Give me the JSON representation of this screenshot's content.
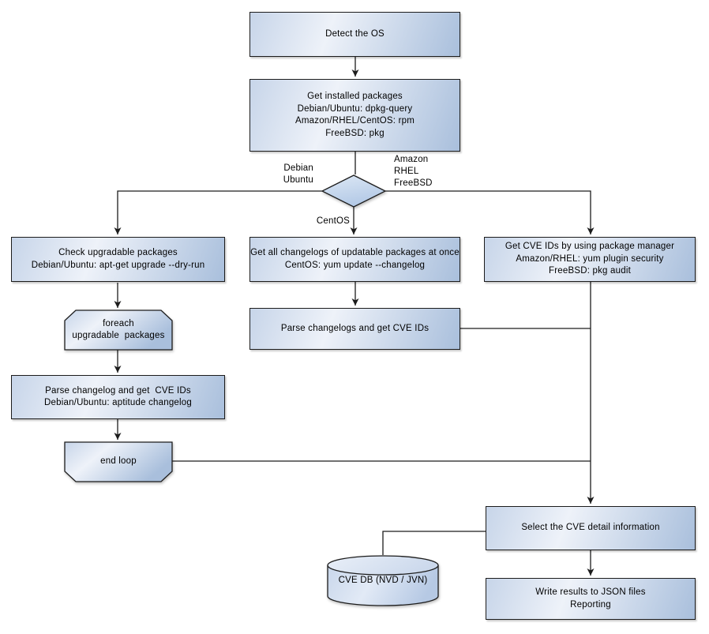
{
  "nodes": {
    "detect_os": {
      "label": "Detect the OS"
    },
    "get_installed": {
      "label": "Get installed packages\nDebian/Ubuntu: dpkg-query\nAmazon/RHEL/CentOS: rpm\nFreeBSD: pkg"
    },
    "check_upgradable": {
      "label": "Check upgradable packages\nDebian/Ubuntu: apt-get upgrade --dry-run"
    },
    "foreach_loop": {
      "label": "foreach\nupgradable  packages"
    },
    "parse_changelog_deb": {
      "label": "Parse changelog and get  CVE IDs\nDebian/Ubuntu: aptitude changelog"
    },
    "end_loop": {
      "label": "end loop"
    },
    "get_changelogs_centos": {
      "label": "Get all changelogs of updatable packages at once\nCentOS: yum update --changelog"
    },
    "parse_changelogs_centos": {
      "label": "Parse changelogs and get CVE IDs"
    },
    "get_cve_pkg_mgr": {
      "label": "Get CVE IDs by using package manager\nAmazon/RHEL: yum plugin security\nFreeBSD: pkg audit"
    },
    "select_cve_detail": {
      "label": "Select the CVE detail information"
    },
    "cve_db": {
      "label": "CVE DB (NVD / JVN)"
    },
    "write_results": {
      "label": "Write results to JSON files\nReporting"
    }
  },
  "edge_labels": {
    "debian_ubuntu": "Debian\nUbuntu",
    "amazon_rhel_freebsd": "Amazon\nRHEL\nFreeBSD",
    "centos": "CentOS"
  },
  "colors": {
    "background": "#ffffff",
    "node_border": "#1c1c1c",
    "node_fill_dark_start": "#c7d5e9",
    "node_fill_light_mid": "#eef2f9",
    "node_fill_dark_end": "#a9bfdc",
    "diamond_fill_top": "#dde8f5",
    "diamond_fill_bottom": "#b3c9e6",
    "line_color": "#1c1c1c",
    "text_color": "#000000"
  }
}
